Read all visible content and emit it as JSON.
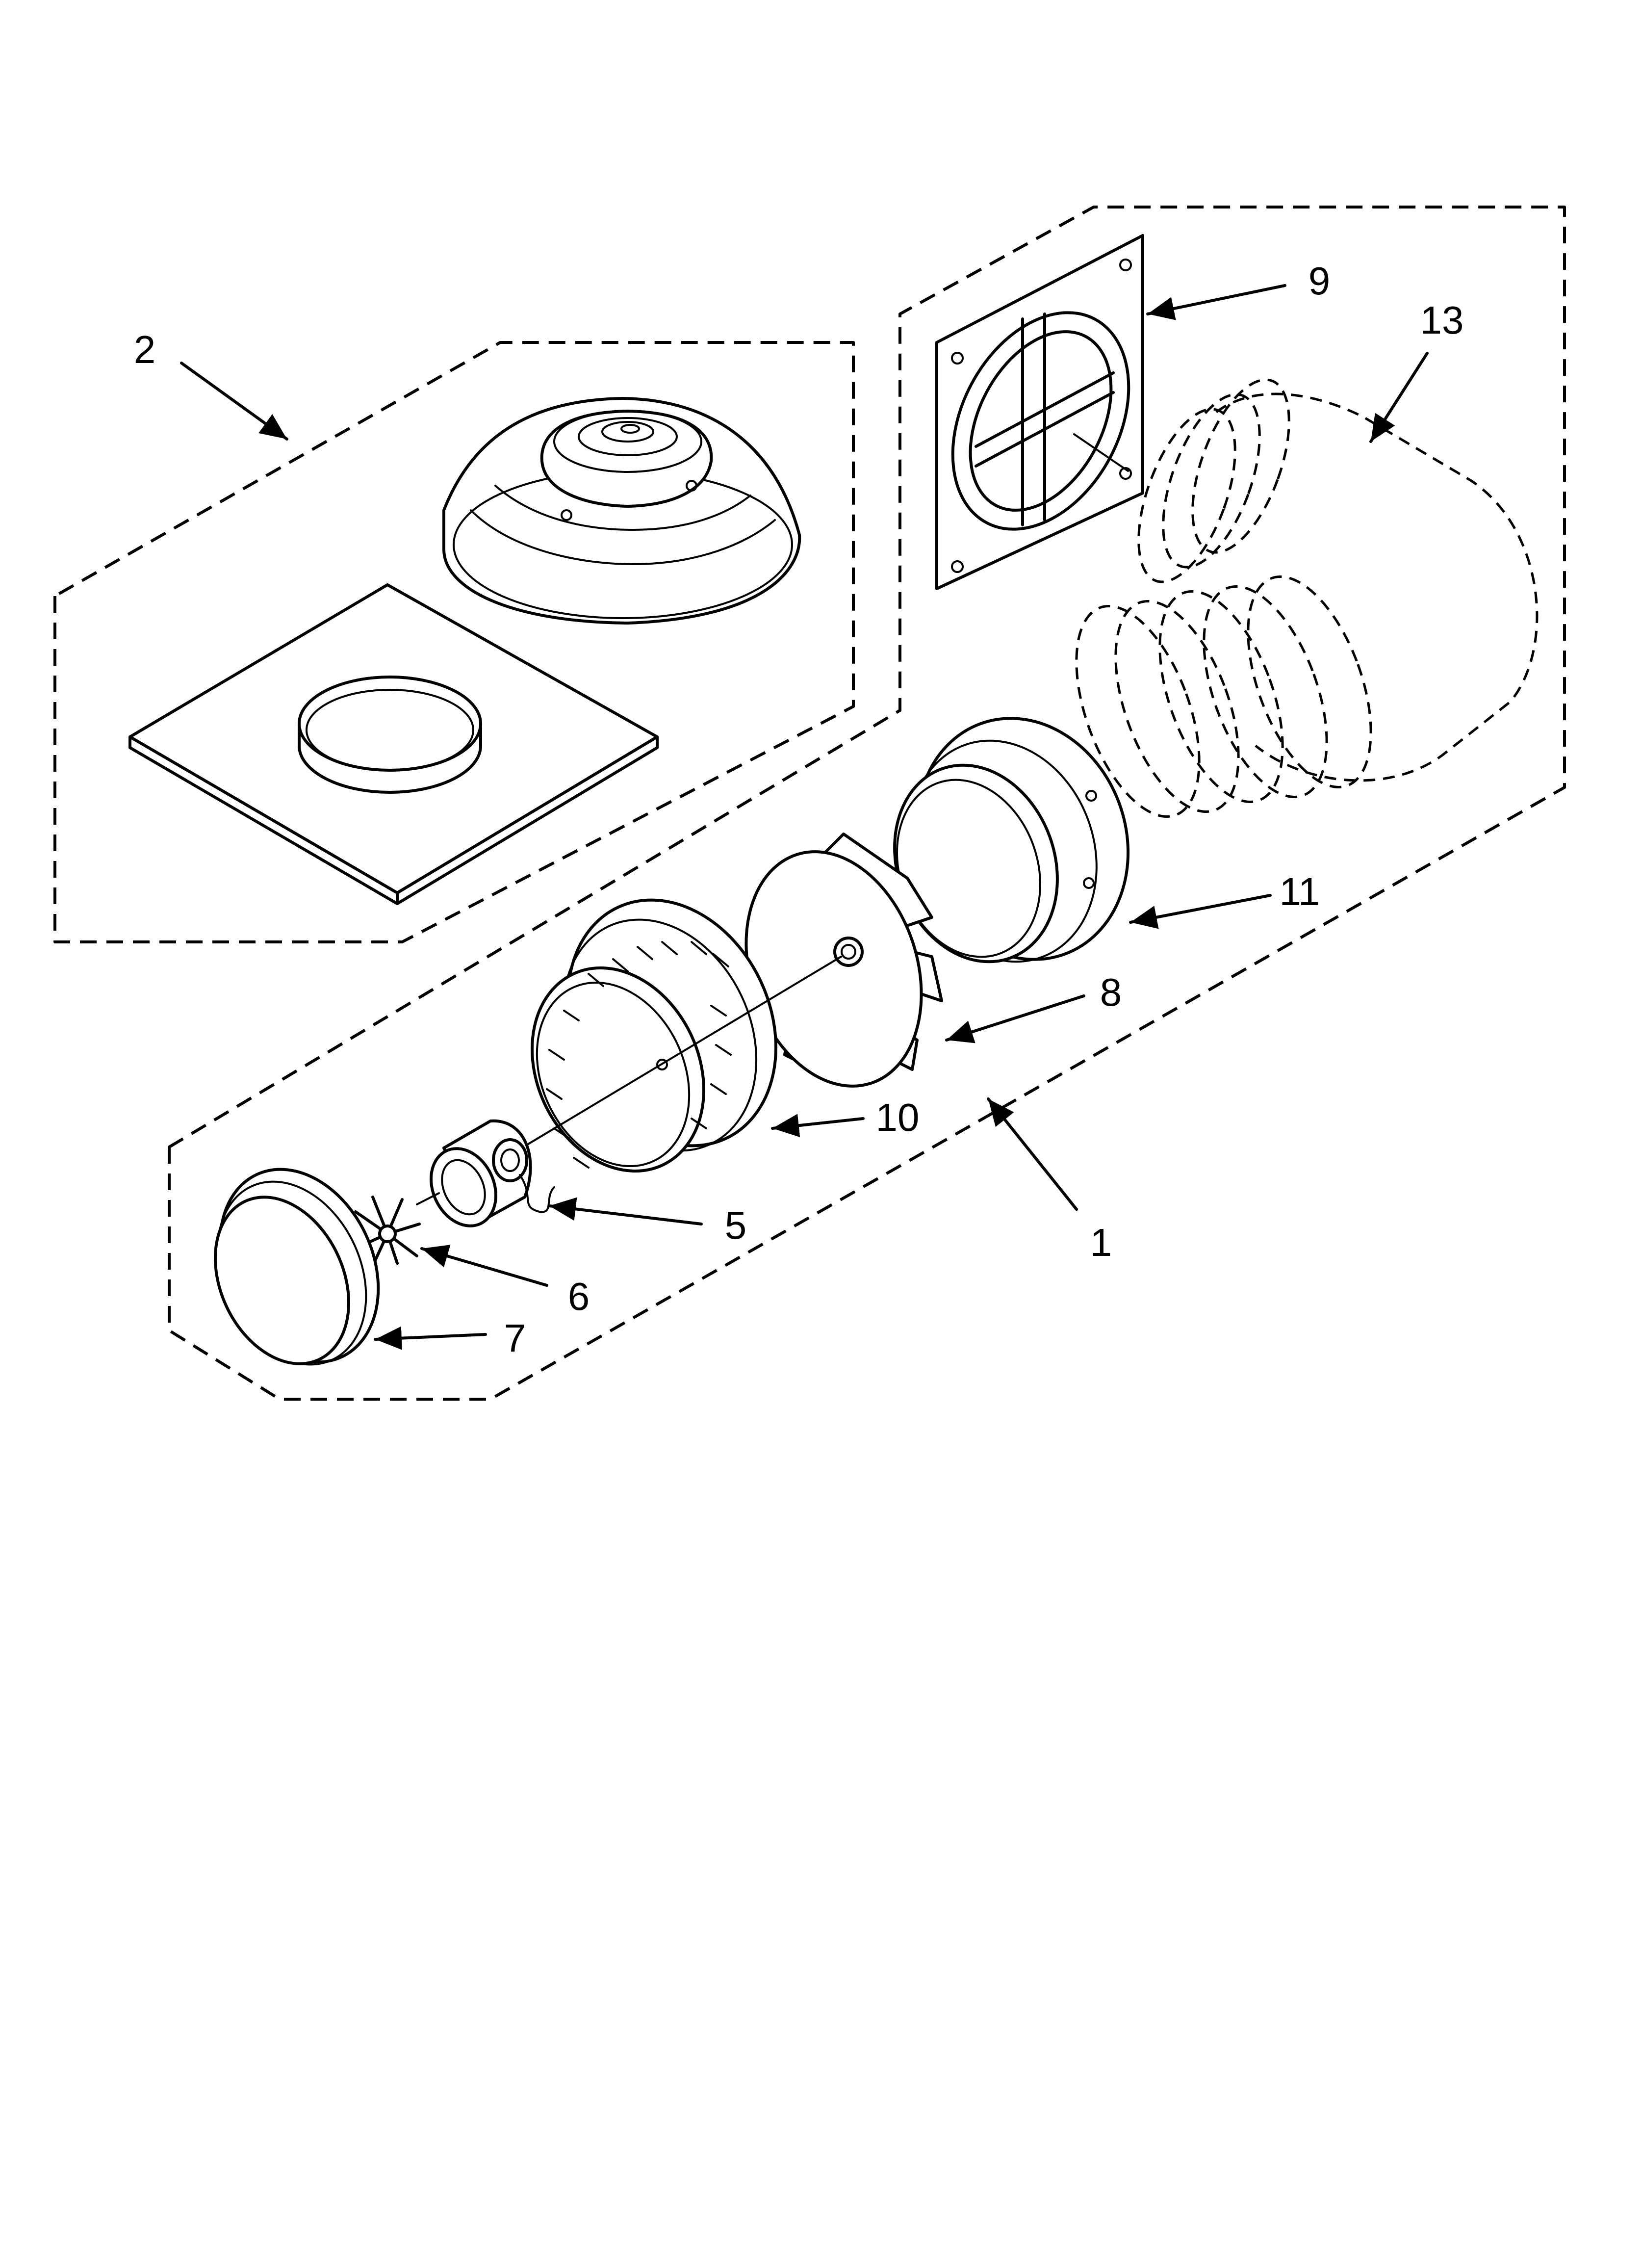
{
  "callouts": [
    {
      "id": "c1",
      "label": "1"
    },
    {
      "id": "c2",
      "label": "2"
    },
    {
      "id": "c5",
      "label": "5"
    },
    {
      "id": "c6",
      "label": "6"
    },
    {
      "id": "c7",
      "label": "7"
    },
    {
      "id": "c8",
      "label": "8"
    },
    {
      "id": "c9",
      "label": "9"
    },
    {
      "id": "c10",
      "label": "10"
    },
    {
      "id": "c11",
      "label": "11"
    },
    {
      "id": "c13",
      "label": "13"
    }
  ],
  "colors": {
    "ink": "#000000",
    "paper": "#ffffff"
  }
}
